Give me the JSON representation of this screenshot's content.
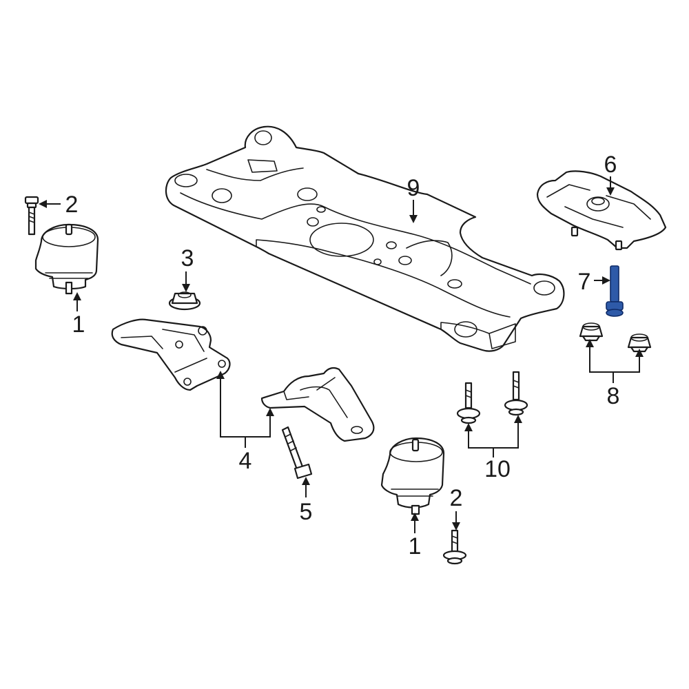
{
  "callouts": {
    "c1a": "1",
    "c1b": "1",
    "c2a": "2",
    "c2b": "2",
    "c3": "3",
    "c4": "4",
    "c5": "5",
    "c6": "6",
    "c7": "7",
    "c8": "8",
    "c9": "9",
    "c10": "10"
  },
  "colors": {
    "highlight_part": "#2e5aa8",
    "line": "#1a1a1a"
  },
  "highlighted_part": "7"
}
